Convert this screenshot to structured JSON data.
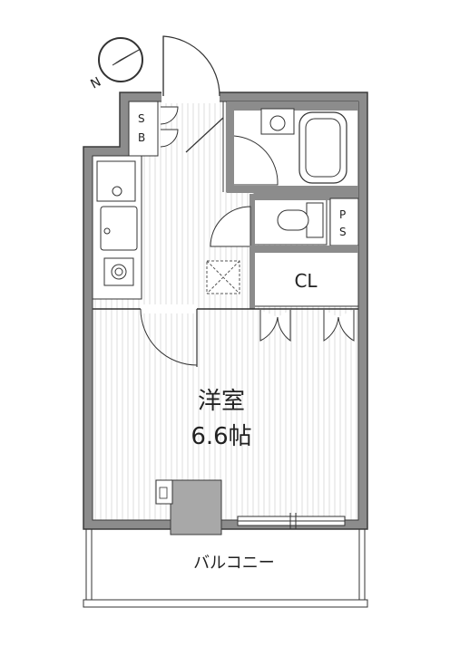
{
  "compass": {
    "label": "N",
    "icon": "north-arrow-icon"
  },
  "rooms": {
    "shoe_box": "S\nB",
    "pipe_space": "P\nS",
    "closet": "CL",
    "western_room": "洋室",
    "western_room_size": "6.6帖",
    "balcony": "バルコニー"
  },
  "colors": {
    "wall": "#8c8c8c",
    "wall_outline": "#3a3a3a",
    "floor_stripe": "#dcdcdc",
    "pillar": "#a8a8a8"
  }
}
